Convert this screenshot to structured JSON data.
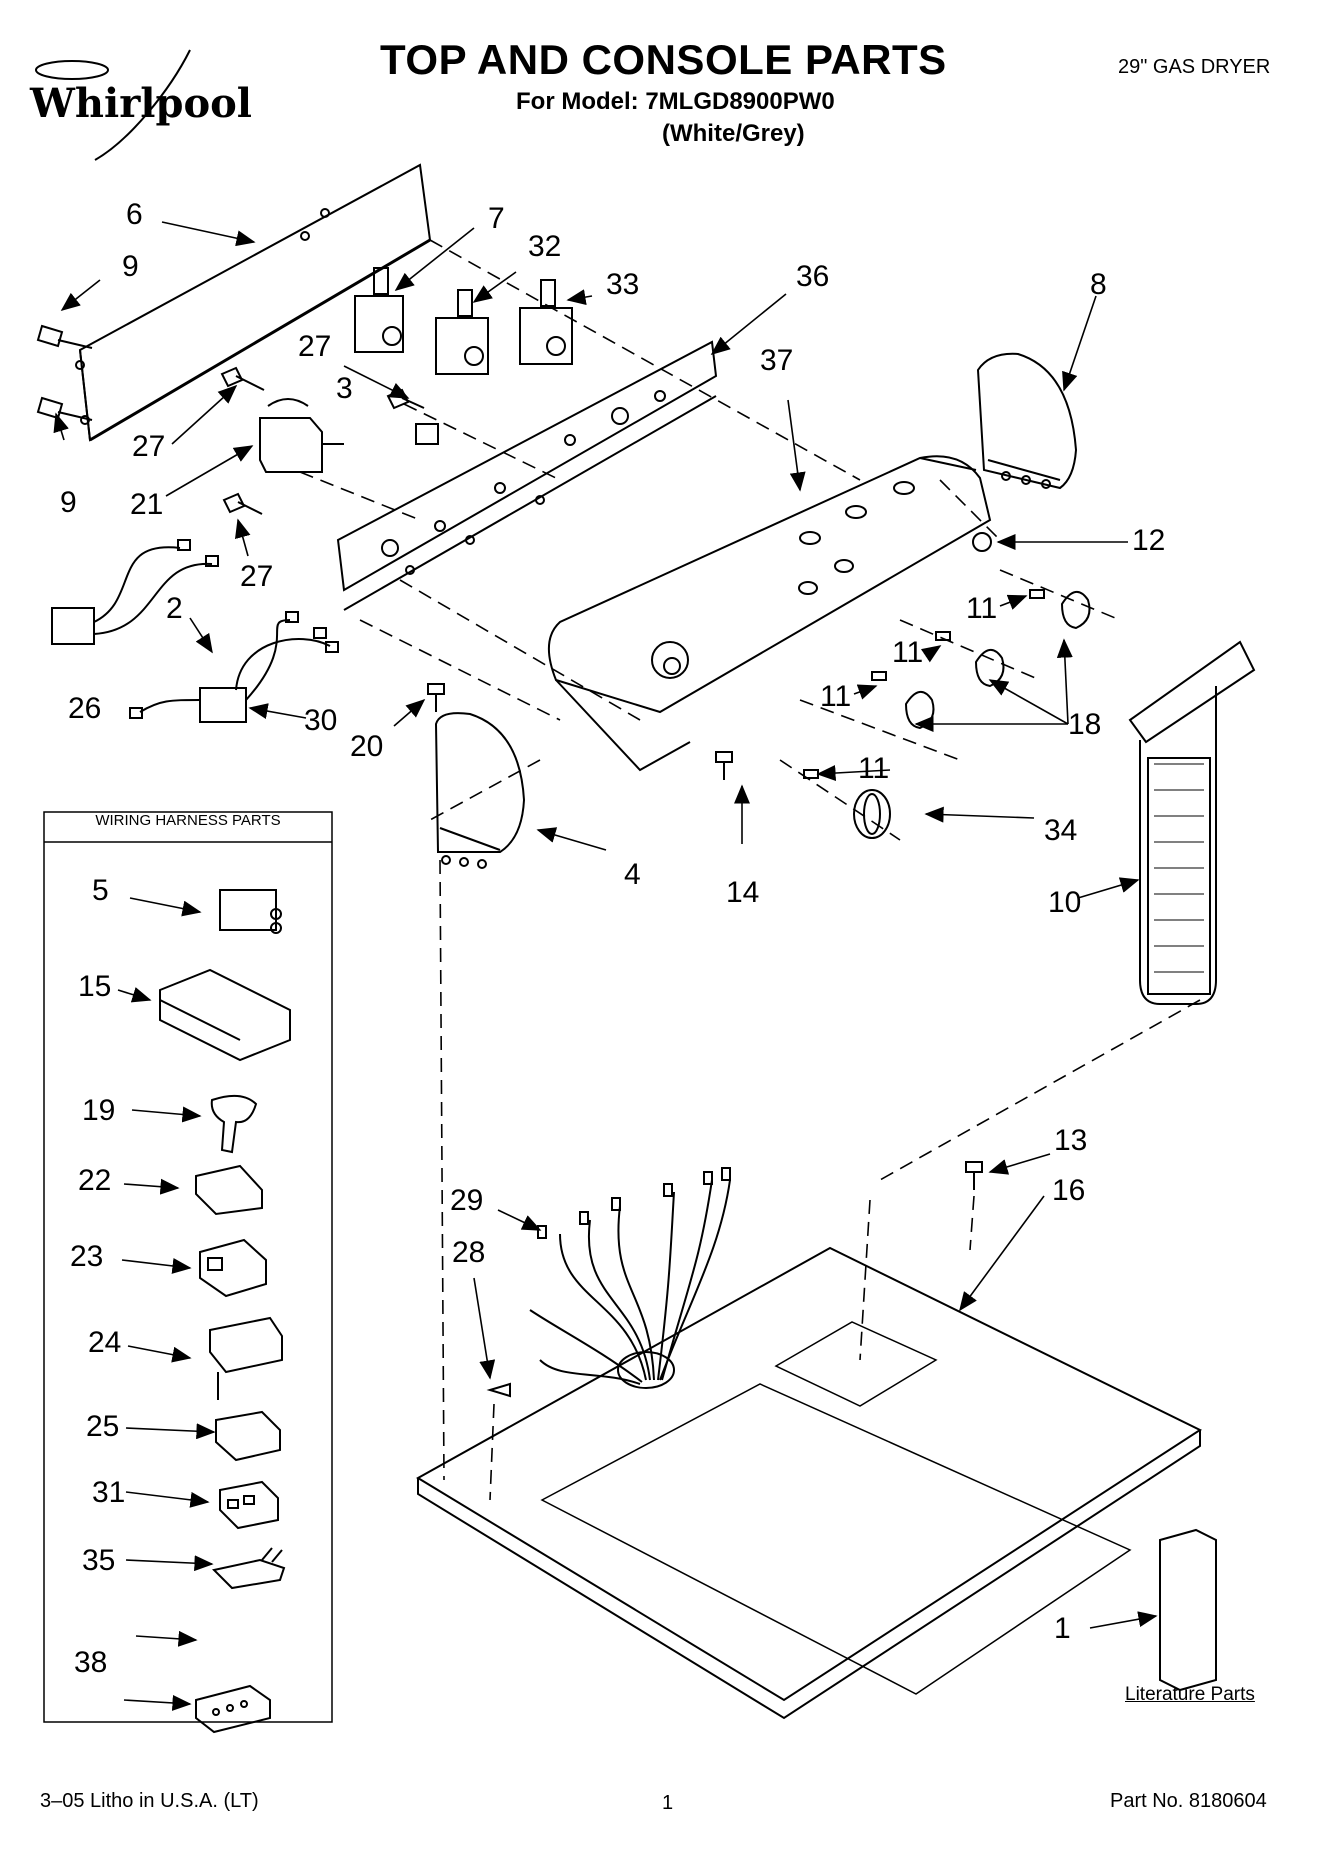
{
  "brand": {
    "logo": "Whirlpool",
    "logo_small": ""
  },
  "header": {
    "title": "TOP AND CONSOLE PARTS",
    "model_line": "For Model: 7MLGD8900PW0",
    "color_line": "(White/Grey)",
    "product": "29\" GAS DRYER"
  },
  "harness_box": {
    "title": "WIRING HARNESS PARTS"
  },
  "literature": {
    "label": "Literature Parts"
  },
  "footer": {
    "litho": "3–05 Litho in U.S.A. (LT)",
    "page": "1",
    "part_no": "Part No. 8180604"
  },
  "callouts": {
    "c6": "6",
    "c9a": "9",
    "c9b": "9",
    "c7": "7",
    "c32": "32",
    "c33": "33",
    "c36": "36",
    "c37": "37",
    "c8": "8",
    "c27a": "27",
    "c3": "3",
    "c27b": "27",
    "c21": "21",
    "c27c": "27",
    "c12": "12",
    "c11a": "11",
    "c11b": "11",
    "c11c": "11",
    "c11d": "11",
    "c18": "18",
    "c2": "2",
    "c26": "26",
    "c30": "30",
    "c20": "20",
    "c4": "4",
    "c14": "14",
    "c34": "34",
    "c10": "10",
    "c13": "13",
    "c16": "16",
    "c29": "29",
    "c28": "28",
    "c1": "1",
    "c5": "5",
    "c15": "15",
    "c19": "19",
    "c22": "22",
    "c23": "23",
    "c24": "24",
    "c25": "25",
    "c31": "31",
    "c35": "35",
    "c38": "38"
  }
}
